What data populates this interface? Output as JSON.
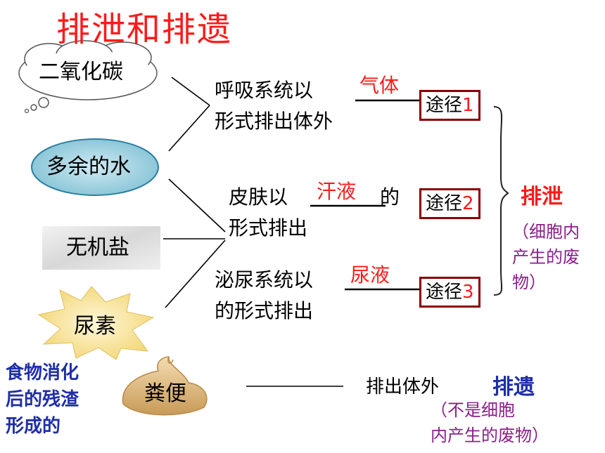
{
  "title": "排泄和排遗",
  "substances": {
    "co2": "二氧化碳",
    "water": "多余的水",
    "salt": "无机盐",
    "urea": "尿素",
    "feces": "粪便"
  },
  "route1": {
    "text_a": "呼吸系统以",
    "blank": "气体",
    "text_b": "形式排出体外",
    "box": "途径",
    "num": "1"
  },
  "route2": {
    "text_a": "皮肤以",
    "blank": "汗液",
    "text_a2": "的",
    "text_b": "形式排出",
    "box": "途径",
    "num": "2"
  },
  "route3": {
    "text_a": "泌尿系统以",
    "blank": "尿液",
    "text_b": "的形式排出",
    "box": "途径",
    "num": "3"
  },
  "excretion": {
    "label": "排泄",
    "note_l1": "（细胞内",
    "note_l2": "产生的废",
    "note_l3": "物）"
  },
  "digest": {
    "l1": "食物消化",
    "l2": "后的残渣",
    "l3": "形成的"
  },
  "egestion": {
    "out": "排出体外",
    "label": "排遗",
    "note_l1": "（不是细胞",
    "note_l2": "内产生的废物）"
  },
  "colors": {
    "red": "#ff1a1a",
    "blue": "#1f2ea8",
    "purple": "#8a1f8a",
    "box_border": "#8b0000"
  }
}
